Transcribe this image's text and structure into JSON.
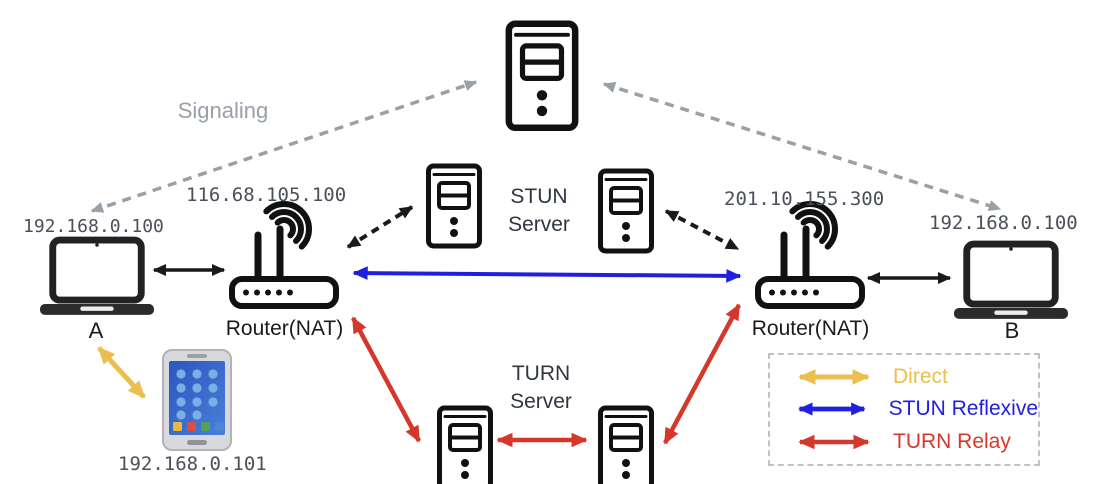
{
  "colors": {
    "direct": "#eabf4e",
    "stun_reflexive": "#2120df",
    "turn_relay": "#d5382b",
    "signaling": "#98a0a8",
    "line": "#1a1a1a",
    "ip_text": "#4b505a",
    "label_text": "#1b1b1b",
    "server_label": "#2f3640",
    "legend_border": "#c2c2c2"
  },
  "annotations": {
    "signaling": "Signaling"
  },
  "nodes": {
    "laptop_a": {
      "label": "A",
      "ip": "192.168.0.100"
    },
    "router_left": {
      "label": "Router(NAT)",
      "ip": "116.68.105.100"
    },
    "stun_server": {
      "line1": "STUN",
      "line2": "Server"
    },
    "turn_server": {
      "line1": "TURN",
      "line2": "Server"
    },
    "router_right": {
      "label": "Router(NAT)",
      "ip": "201.10.155.300"
    },
    "laptop_b": {
      "label": "B",
      "ip": "192.168.0.100"
    },
    "phone": {
      "ip": "192.168.0.101"
    }
  },
  "legend": {
    "items": [
      {
        "label": "Direct",
        "color": "#eabf4e"
      },
      {
        "label": "STUN Reflexive",
        "color": "#2120df"
      },
      {
        "label": "TURN Relay",
        "color": "#d5382b"
      }
    ]
  }
}
